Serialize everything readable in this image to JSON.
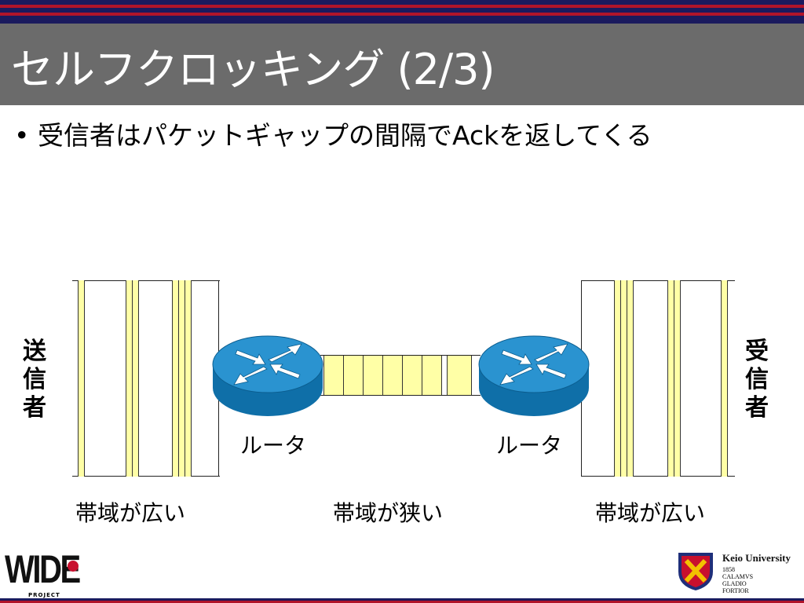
{
  "slide": {
    "title": "セルフクロッキング (2/3)",
    "bullet_marker": "•",
    "bullet": "受信者はパケットギャップの間隔でAckを返してくる"
  },
  "diagram": {
    "sender_label": [
      "送",
      "信",
      "者"
    ],
    "receiver_label": [
      "受",
      "信",
      "者"
    ],
    "router_left_label": "ルータ",
    "router_right_label": "ルータ",
    "caption_left": "帯域が広い",
    "caption_middle": "帯域が狭い",
    "caption_right": "帯域が広い",
    "packet_color": "#ffffa6",
    "router_color": "#1f86c4"
  },
  "footer": {
    "wide_logo_text": "WIDE",
    "wide_sub": "PROJECT",
    "keio_name": "Keio University",
    "keio_year": "1858",
    "keio_motto": [
      "CALAMVS",
      "GLADIO",
      "FORTIOR"
    ]
  },
  "colors": {
    "top_navy": "#1a1a5e",
    "top_red": "#b0142a",
    "title_bar": "#6b6b6b"
  }
}
